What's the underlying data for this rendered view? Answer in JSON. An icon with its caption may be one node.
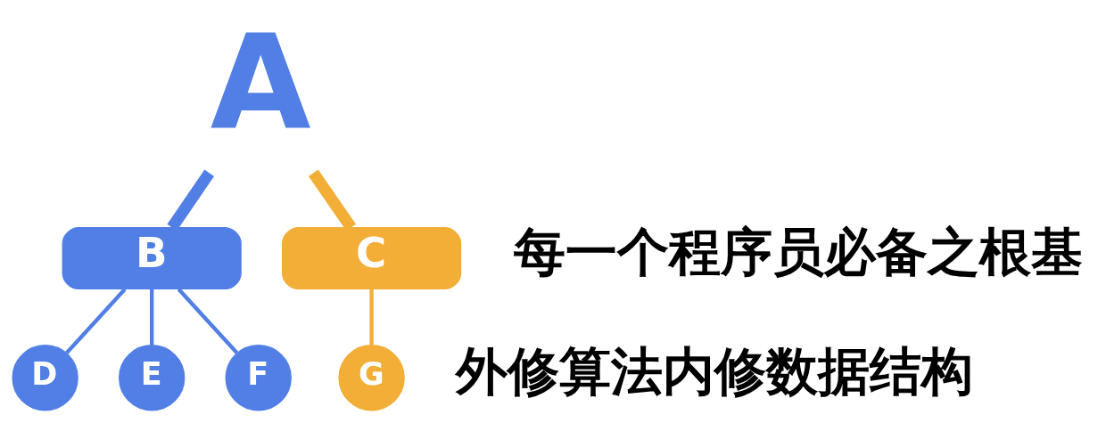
{
  "diagram": {
    "nodes": [
      {
        "text": [
          "A"
        ]
      },
      {
        "text": [
          "B"
        ]
      },
      {
        "text": [
          "C"
        ]
      },
      {
        "text": [
          "D"
        ]
      },
      {
        "text": [
          "E"
        ]
      },
      {
        "text": [
          "F"
        ]
      },
      {
        "text": [
          "G"
        ]
      }
    ],
    "edges": [
      {
        "from": 0,
        "to": 1,
        "arrow": "none",
        "style": "thick"
      },
      {
        "from": 0,
        "to": 2,
        "arrow": "none",
        "style": "thick",
        "color": "#f2ae37"
      },
      {
        "from": 1,
        "to": 3,
        "arrow": "none"
      },
      {
        "from": 1,
        "to": 4,
        "arrow": "none"
      },
      {
        "from": 1,
        "to": 5,
        "arrow": "none"
      },
      {
        "from": 2,
        "to": 6,
        "arrow": "none",
        "color": "#f2ae37"
      }
    ],
    "labels": [
      "每一个程序员必备之根基",
      "外修算法内修数据结构"
    ]
  }
}
